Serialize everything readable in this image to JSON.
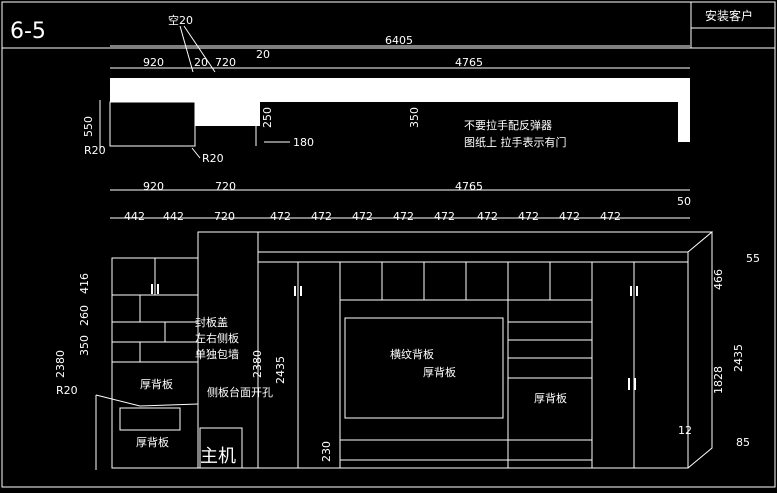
{
  "sheet": {
    "number": "6-5",
    "client_label": "安装客户"
  },
  "plan": {
    "gap_label": "空20",
    "overall_width": "6405",
    "top_dims": [
      "920",
      "20",
      "720",
      "20",
      "4765"
    ],
    "left_depth": "550",
    "mid_depth_a": "250",
    "mid_depth_b": "350",
    "offset": "180",
    "radius_a": "R20",
    "radius_b": "R20",
    "note_line1": "不要拉手配反弹器",
    "note_line2": "图纸上 拉手表示有门"
  },
  "elevation": {
    "section_widths": [
      "920",
      "720",
      "4765"
    ],
    "top_right_dim": "50",
    "module_widths": [
      "442",
      "442",
      "720",
      "472",
      "472",
      "472",
      "472",
      "472",
      "472",
      "472",
      "472",
      "472"
    ],
    "left_dims": [
      "416",
      "260",
      "350"
    ],
    "left_total": "2380",
    "left_total_b": "2380",
    "radius": "R20",
    "desk_panel_label_1": "厚背板",
    "desk_panel_label_2": "厚背板",
    "sealing_note_1": "封板盖",
    "sealing_note_2": "左右侧板",
    "sealing_note_3": "单独包墙",
    "side_hole_note": "侧板台面开孔",
    "host_label": "主机",
    "center_height": "2435",
    "base_height": "230",
    "tv_panel_label": "横纹背板",
    "tv_thick_label": "厚背板",
    "right_thick_label": "厚背板",
    "right_dims": [
      "466",
      "1828"
    ],
    "right_total": "2435",
    "right_top": "55",
    "right_bottom_a": "12",
    "right_bottom_b": "85"
  }
}
